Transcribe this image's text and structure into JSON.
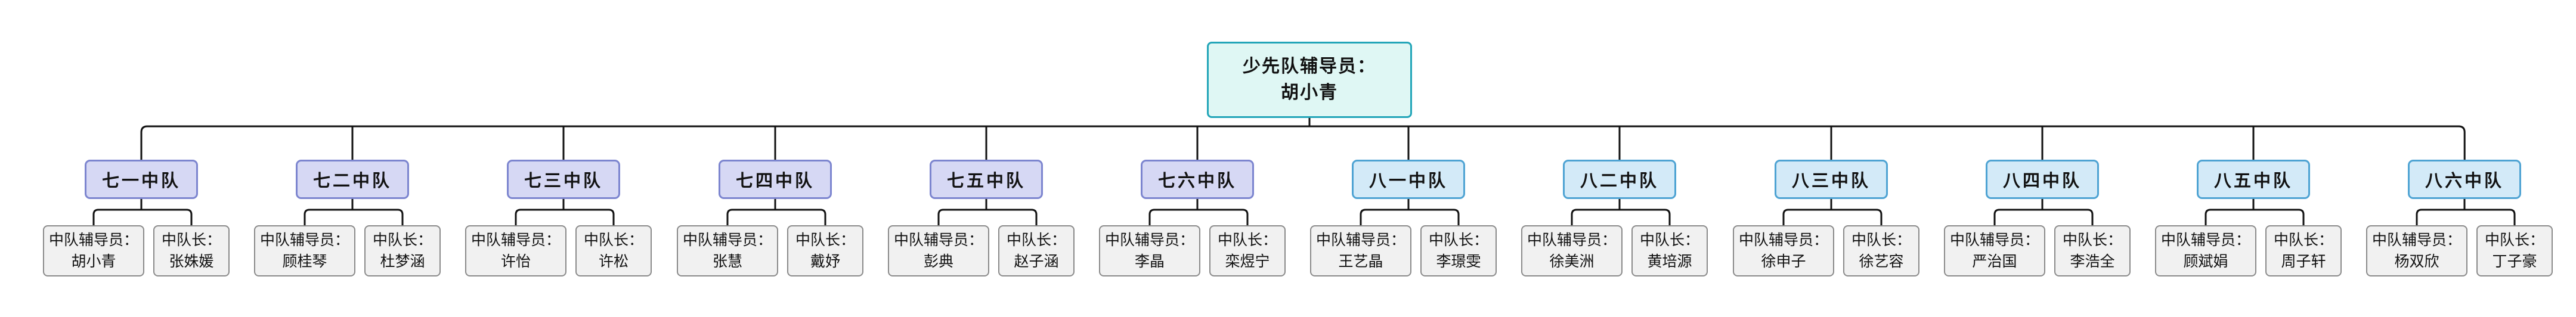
{
  "root": {
    "line1": "少先队辅导员：",
    "line2": "胡小青"
  },
  "squads": [
    {
      "name": "七一中队",
      "group": "seven",
      "counselor_label": "中队辅导员：",
      "counselor": "胡小青",
      "leader_label": "中队长：",
      "leader": "张姝媛"
    },
    {
      "name": "七二中队",
      "group": "seven",
      "counselor_label": "中队辅导员：",
      "counselor": "顾桂琴",
      "leader_label": "中队长：",
      "leader": "杜梦涵"
    },
    {
      "name": "七三中队",
      "group": "seven",
      "counselor_label": "中队辅导员：",
      "counselor": "许怡",
      "leader_label": "中队长：",
      "leader": "许松"
    },
    {
      "name": "七四中队",
      "group": "seven",
      "counselor_label": "中队辅导员：",
      "counselor": "张慧",
      "leader_label": "中队长：",
      "leader": "戴妤"
    },
    {
      "name": "七五中队",
      "group": "seven",
      "counselor_label": "中队辅导员：",
      "counselor": "彭典",
      "leader_label": "中队长：",
      "leader": "赵子涵"
    },
    {
      "name": "七六中队",
      "group": "seven",
      "counselor_label": "中队辅导员：",
      "counselor": "李晶",
      "leader_label": "中队长：",
      "leader": "栾煜宁"
    },
    {
      "name": "八一中队",
      "group": "eight",
      "counselor_label": "中队辅导员：",
      "counselor": "王艺晶",
      "leader_label": "中队长：",
      "leader": "李璟雯"
    },
    {
      "name": "八二中队",
      "group": "eight",
      "counselor_label": "中队辅导员：",
      "counselor": "徐美洲",
      "leader_label": "中队长：",
      "leader": "黄培源"
    },
    {
      "name": "八三中队",
      "group": "eight",
      "counselor_label": "中队辅导员：",
      "counselor": "徐申子",
      "leader_label": "中队长：",
      "leader": "徐艺容"
    },
    {
      "name": "八四中队",
      "group": "eight",
      "counselor_label": "中队辅导员：",
      "counselor": "严治国",
      "leader_label": "中队长：",
      "leader": "李浩全"
    },
    {
      "name": "八五中队",
      "group": "eight",
      "counselor_label": "中队辅导员：",
      "counselor": "顾斌娟",
      "leader_label": "中队长：",
      "leader": "周子轩"
    },
    {
      "name": "八六中队",
      "group": "eight",
      "counselor_label": "中队辅导员：",
      "counselor": "杨双欣",
      "leader_label": "中队长：",
      "leader": "丁子豪"
    }
  ]
}
